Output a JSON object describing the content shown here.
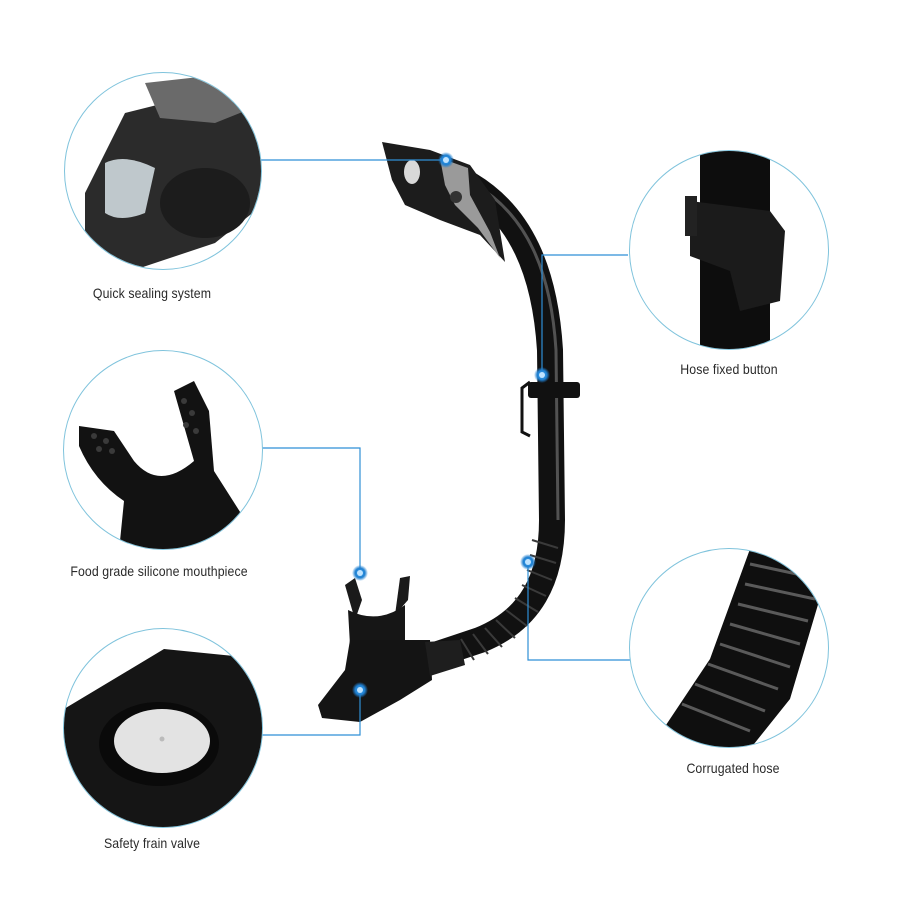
{
  "diagram": {
    "subject": "Dry snorkel",
    "accent_color": "#2f8fd6",
    "circle_border_color": "#7fc3dc",
    "callouts": [
      {
        "id": "quick-sealing",
        "label": "Quick sealing system"
      },
      {
        "id": "hose-fixed-button",
        "label": "Hose fixed button"
      },
      {
        "id": "mouthpiece",
        "label": "Food grade silicone mouthpiece"
      },
      {
        "id": "corrugated-hose",
        "label": "Corrugated hose"
      },
      {
        "id": "safety-valve",
        "label": "Safety frain valve"
      }
    ]
  }
}
